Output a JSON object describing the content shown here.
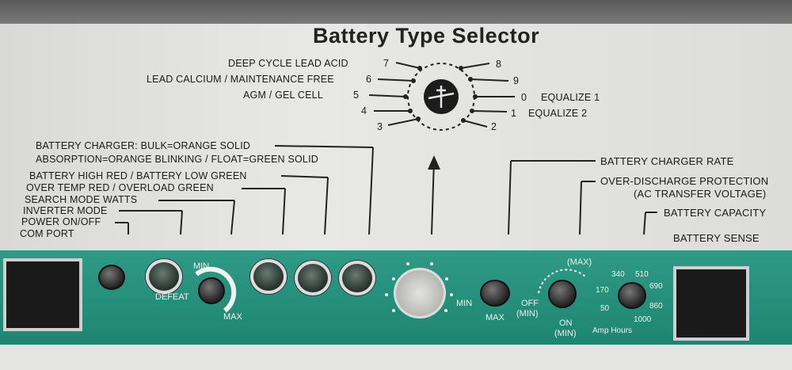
{
  "title": "Battery Type Selector",
  "selector_positions": {
    "deep_cycle": "DEEP CYCLE  LEAD ACID",
    "deep_cycle_num": "7",
    "lead_calcium": "LEAD CALCIUM / MAINTENANCE FREE",
    "lead_calcium_num": "6",
    "agm": "AGM / GEL CELL",
    "agm_num": "5",
    "pos4": "4",
    "pos3": "3",
    "pos8": "8",
    "pos9": "9",
    "pos0": "0",
    "equalize1": "EQUALIZE 1",
    "pos1": "1",
    "equalize2": "EQUALIZE 2",
    "pos2": "2"
  },
  "left_labels": {
    "charger": "BATTERY CHARGER: BULK=ORANGE SOLID",
    "absorption": "ABSORPTION=ORANGE BLINKING / FLOAT=GREEN SOLID",
    "battery_high": "BATTERY HIGH RED / BATTERY LOW GREEN",
    "over_temp": "OVER TEMP RED / OVERLOAD GREEN",
    "search_mode": "SEARCH MODE WATTS",
    "inverter_mode": "INVERTER MODE",
    "power": "POWER ON/OFF",
    "com_port": "COM PORT"
  },
  "right_labels": {
    "charger_rate": "BATTERY CHARGER RATE",
    "over_discharge": "OVER-DISCHARGE PROTECTION",
    "ac_transfer": "(AC TRANSFER VOLTAGE)",
    "capacity": "BATTERY CAPACITY",
    "sense": "BATTERY SENSE"
  },
  "control_labels": {
    "defeat": "DEFEAT",
    "min1": "MIN",
    "max1": "MAX",
    "min2": "MIN",
    "max2": "MAX",
    "max_top": "(MAX)",
    "off": "OFF",
    "off_min": "(MIN)",
    "on": "ON",
    "on_min": "(MIN)",
    "cap170": "170",
    "cap340": "340",
    "cap510": "510",
    "cap690": "690",
    "cap860": "860",
    "cap1000": "1000",
    "cap50": "50",
    "amp_hours": "Amp Hours"
  },
  "colors": {
    "panel": "#e6e6e4",
    "strip": "#248d78",
    "text": "#1a1a1a"
  }
}
